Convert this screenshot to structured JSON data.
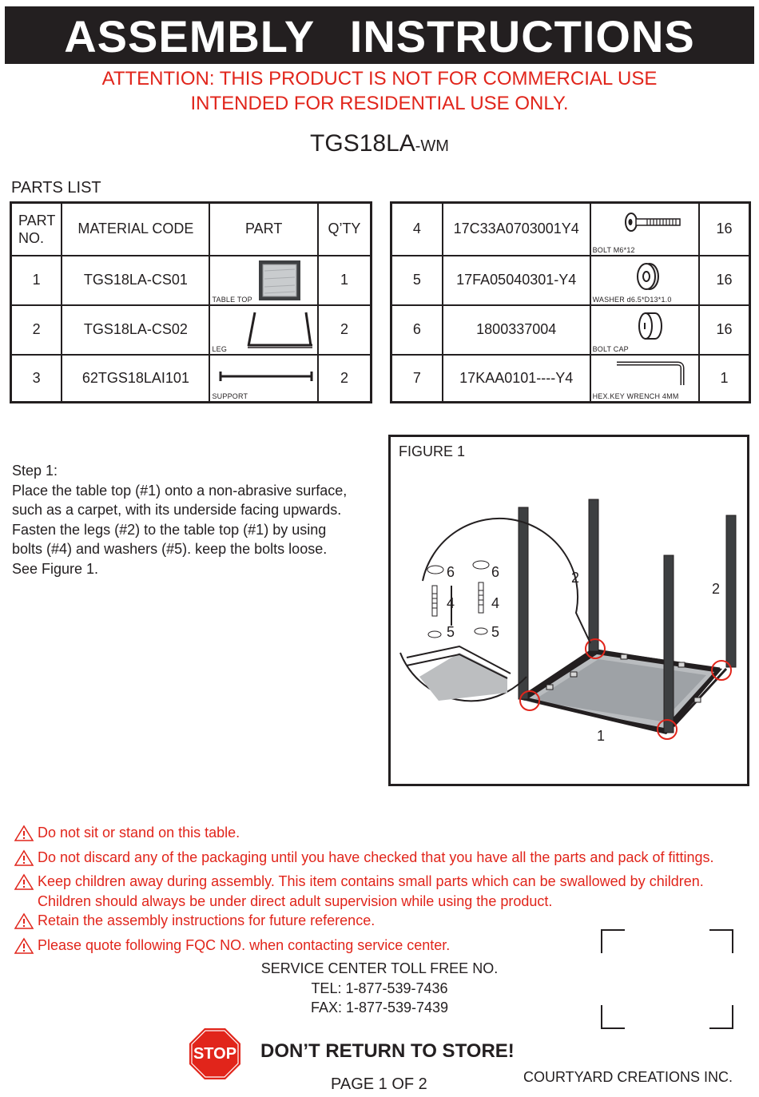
{
  "header": {
    "title": "ASSEMBLY   INSTRUCTIONS",
    "attention_line1": "ATTENTION: THIS PRODUCT IS NOT FOR COMMERCIAL USE",
    "attention_line2": "INTENDED FOR RESIDENTIAL USE ONLY.",
    "model": "TGS18LA",
    "model_suffix": "-WM"
  },
  "parts_list": {
    "title": "PARTS LIST",
    "headers": {
      "part_no_1": "PART",
      "part_no_2": "NO.",
      "material_code": "MATERIAL CODE",
      "part": "PART",
      "qty": "Q’TY"
    },
    "left": [
      {
        "no": "1",
        "code": "TGS18LA-CS01",
        "caption": "TABLE TOP",
        "qty": "1",
        "icon": "table-top-icon"
      },
      {
        "no": "2",
        "code": "TGS18LA-CS02",
        "caption": "LEG",
        "qty": "2",
        "icon": "leg-icon"
      },
      {
        "no": "3",
        "code": "62TGS18LAI101",
        "caption": "SUPPORT",
        "qty": "2",
        "icon": "support-bar-icon"
      }
    ],
    "right": [
      {
        "no": "4",
        "code": "17C33A0703001Y4",
        "caption": "BOLT M6*12",
        "qty": "16",
        "icon": "bolt-icon"
      },
      {
        "no": "5",
        "code": "17FA05040301-Y4",
        "caption": "WASHER d6.5*D13*1.0",
        "qty": "16",
        "icon": "washer-icon"
      },
      {
        "no": "6",
        "code": "1800337004",
        "caption": "BOLT CAP",
        "qty": "16",
        "icon": "bolt-cap-icon"
      },
      {
        "no": "7",
        "code": "17KAA0101----Y4",
        "caption": "HEX.KEY WRENCH 4MM",
        "qty": "1",
        "icon": "hex-key-icon"
      }
    ]
  },
  "step": {
    "heading": "Step 1:",
    "body": "Place the table top (#1) onto a non-abrasive surface, such as a carpet, with its underside facing upwards. Fasten the legs (#2) to the table top (#1) by using bolts (#4) and washers (#5). keep the bolts loose. See Figure 1."
  },
  "figure": {
    "label": "FIGURE 1",
    "callouts": {
      "cap": "6",
      "bolt": "4",
      "washer": "5",
      "leg": "2",
      "top": "1"
    }
  },
  "warnings": [
    "Do not sit or stand on this table.",
    "Do not discard any of the packaging until you have checked that you have all the parts and pack of fittings.",
    "Keep children away during assembly. This item contains small parts which can be swallowed by children. Children should always be under direct adult supervision while using the product.",
    "Retain the assembly instructions for future reference.",
    "Please quote following FQC NO. when contacting service center."
  ],
  "service": {
    "line1": "SERVICE CENTER TOLL FREE NO.",
    "tel": "TEL: 1-877-539-7436",
    "fax": "FAX: 1-877-539-7439"
  },
  "footer": {
    "stop_label": "STOP",
    "dont_return": "DON’T RETURN TO STORE!",
    "page": "PAGE 1 OF 2",
    "company": "COURTYARD CREATIONS INC."
  },
  "colors": {
    "warning_red": "#e1251b",
    "ink": "#231f20"
  }
}
